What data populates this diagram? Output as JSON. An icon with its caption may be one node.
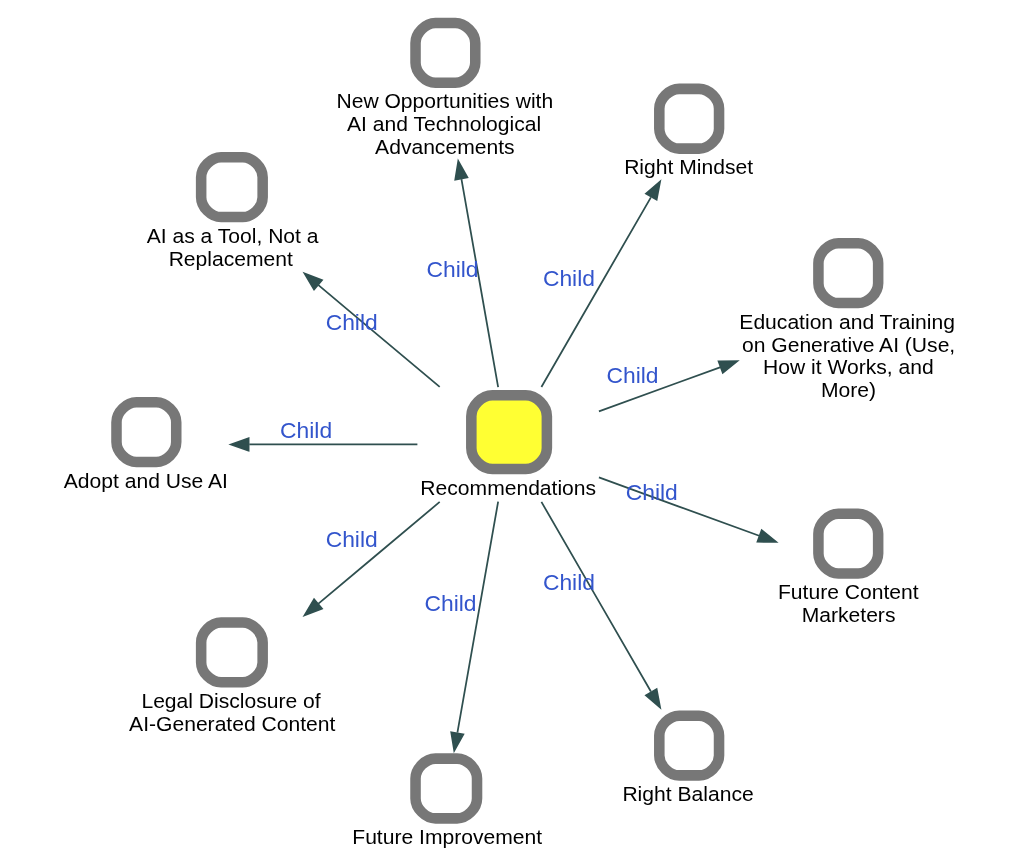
{
  "diagram": {
    "nodes": [
      {
        "text": [
          "Education and Training on Generative AI (Use, How it Works, and More)"
        ]
      },
      {
        "text": [
          "Right Mindset"
        ]
      },
      {
        "text": [
          "New Opportunities with AI and Technological Advancements"
        ]
      },
      {
        "text": [
          "AI as a Tool, Not a Replacement"
        ]
      },
      {
        "text": [
          "Adopt and Use AI"
        ]
      },
      {
        "text": [
          "Recommendations"
        ]
      },
      {
        "text": [
          "Legal Disclosure of AI-Generated Content"
        ]
      },
      {
        "text": [
          "Future Improvement"
        ]
      },
      {
        "text": [
          "Right Balance"
        ]
      },
      {
        "text": [
          "Future Content Marketers"
        ]
      }
    ],
    "edges": [
      {
        "from": 5,
        "to": 0,
        "arrow": "to",
        "label": "Child"
      },
      {
        "from": 5,
        "to": 1,
        "arrow": "to",
        "label": "Child"
      },
      {
        "from": 5,
        "to": 2,
        "arrow": "to",
        "label": "Child"
      },
      {
        "from": 5,
        "to": 3,
        "arrow": "to",
        "label": "Child"
      },
      {
        "from": 5,
        "to": 4,
        "arrow": "to",
        "label": "Child"
      },
      {
        "from": 5,
        "to": 6,
        "arrow": "to",
        "label": "Child"
      },
      {
        "from": 5,
        "to": 7,
        "arrow": "to",
        "label": "Child"
      },
      {
        "from": 5,
        "to": 8,
        "arrow": "to",
        "label": "Child"
      },
      {
        "from": 5,
        "to": 9,
        "arrow": "to",
        "label": "Child"
      }
    ]
  }
}
